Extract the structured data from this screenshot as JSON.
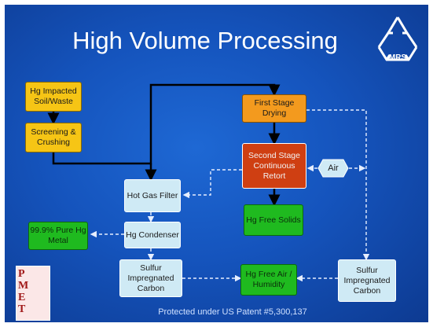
{
  "title": "High Volume Processing",
  "logo": {
    "label": "MRS",
    "icon": "recycle-icon"
  },
  "nodes": {
    "hg_impacted": "Hg Impacted Soil/Waste",
    "screening": "Screening & Crushing",
    "first_stage": "First Stage Drying",
    "second_stage": "Second Stage Continuous Retort",
    "air": "Air",
    "hot_gas_filter": "Hot Gas Filter",
    "hg_free_solids": "Hg Free Solids",
    "pure_metal": "99.9% Pure Hg Metal",
    "condenser": "Hg Condenser",
    "sulfur_left": "Sulfur Impregnated Carbon",
    "hg_free_air": "Hg Free Air / Humidity",
    "sulfur_right": "Sulfur Impregnated Carbon"
  },
  "footer": "Protected under US Patent #5,300,137",
  "corner_logo": {
    "letters": [
      "P",
      "M",
      "E",
      "T"
    ]
  },
  "colors": {
    "background": "#1554bd",
    "feed": "#f6c515",
    "drying": "#f39a1e",
    "retort": "#cf3f12",
    "output": "#1fba1f",
    "treatment": "#cfeaf5"
  }
}
